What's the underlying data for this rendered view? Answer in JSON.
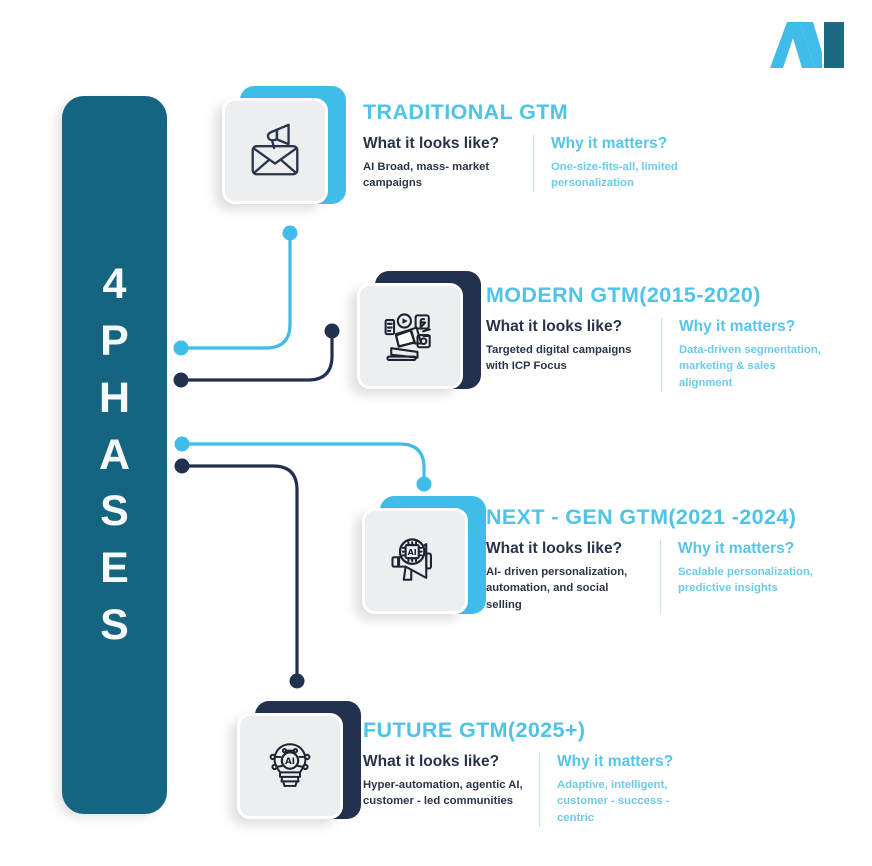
{
  "logo": {
    "name": "m-logo",
    "color_light": "#3fbde8",
    "color_dark": "#1d6a85"
  },
  "sidebar": {
    "title": "4 PHASES",
    "letters": [
      "4",
      "P",
      "H",
      "A",
      "S",
      "E",
      "S"
    ],
    "background_color": "#166580",
    "text_color": "#f4f9fb"
  },
  "labels": {
    "what": "What it looks like?",
    "why": "Why it matters?"
  },
  "colors": {
    "accent_blue": "#4fc3e8",
    "navy": "#22314e",
    "teal": "#166580",
    "card_face": "#eceef0"
  },
  "phases": [
    {
      "id": "traditional",
      "title": "TRADITIONAL GTM",
      "icon": "envelope-megaphone-icon",
      "frame_color": "blue",
      "what_label": "What it looks like?",
      "what_text": "AI  Broad, mass- market campaigns",
      "why_label": "Why it matters?",
      "why_text": "One-size-fits-all, limited personalization"
    },
    {
      "id": "modern",
      "title": "MODERN GTM(2015-2020)",
      "icon": "laptop-social-megaphone-icon",
      "frame_color": "navy",
      "what_label": "What it looks like?",
      "what_text": "Targeted digital campaigns with ICP Focus",
      "why_label": "Why it matters?",
      "why_text": "Data-driven segmentation, marketing & sales alignment"
    },
    {
      "id": "next-gen",
      "title": "NEXT - GEN GTM(2021 -2024)",
      "icon": "ai-chip-megaphone-icon",
      "frame_color": "blue",
      "what_label": "What it looks like?",
      "what_text": "AI- driven personalization, automation, and social selling",
      "why_label": "Why it matters?",
      "why_text": "Scalable personalization, predictive insights"
    },
    {
      "id": "future",
      "title": "FUTURE GTM(2025+)",
      "icon": "ai-bulb-icon",
      "frame_color": "navy",
      "what_label": "What it looks like?",
      "what_text": "Hyper-automation, agentic AI, customer - led communities",
      "why_label": "Why it matters?",
      "why_text": "Adaptive, intelligent, customer - success - centric"
    }
  ]
}
